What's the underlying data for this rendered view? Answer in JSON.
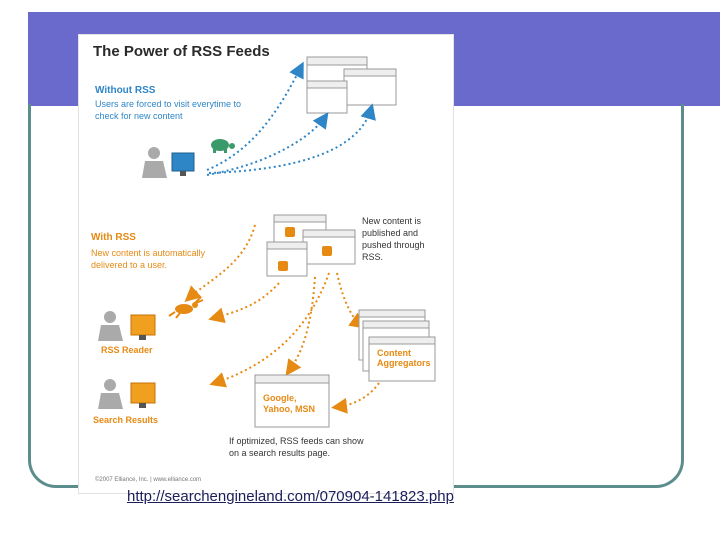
{
  "diagram": {
    "title": "The Power of RSS Feeds",
    "without_rss": {
      "heading": "Without RSS",
      "description": "Users are forced to visit everytime to check for new content"
    },
    "with_rss": {
      "heading": "With RSS",
      "description": "New content is automatically delivered to a user."
    },
    "publish_note": "New content is published and pushed through RSS.",
    "rss_reader_label": "RSS Reader",
    "search_results_label": "Search Results",
    "aggregators_label": "Content Aggregators",
    "search_engines_label": "Google, Yahoo, MSN",
    "search_note": "If optimized, RSS feeds can show on a search results page.",
    "footer": "©2007 Elliance, Inc. | www.elliance.com"
  },
  "source_url": "http://searchengineland.com/070904-141823.php",
  "colors": {
    "header_band": "#6a6acd",
    "frame_border": "#5b8d8d",
    "blue_accent": "#2f86c7",
    "orange_accent": "#e68a14"
  },
  "icons": [
    "turtle-icon",
    "rabbit-icon",
    "rss-icon",
    "person-icon",
    "monitor-icon"
  ]
}
